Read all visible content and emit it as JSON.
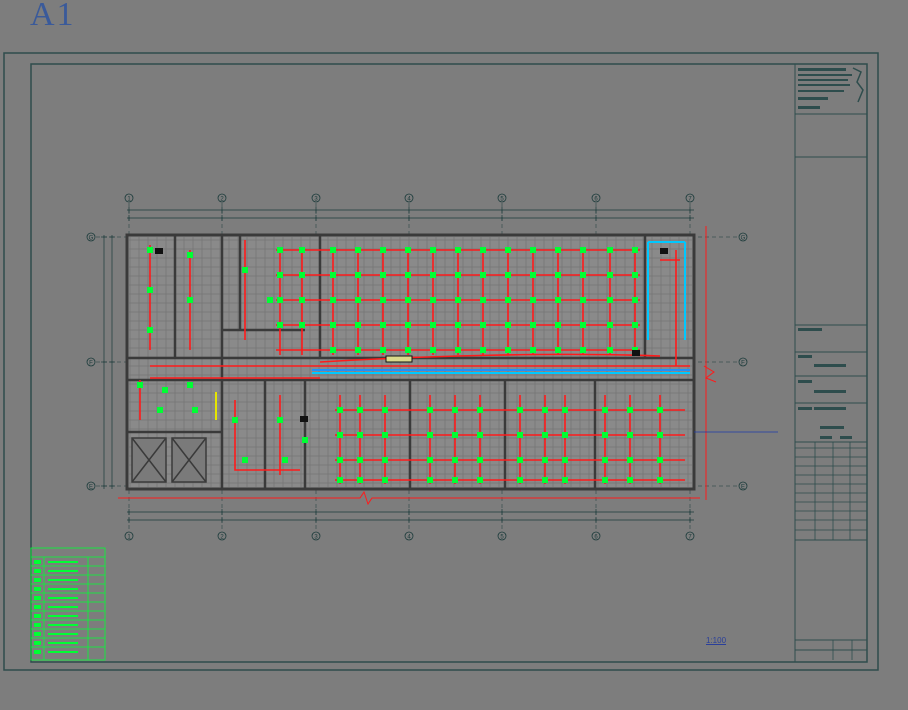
{
  "sheet": {
    "size_label": "A1",
    "plan_title": "",
    "scale": "1:100"
  },
  "grid": {
    "columns": [
      "1",
      "2",
      "3",
      "4",
      "5",
      "6",
      "7"
    ],
    "rows": [
      "G",
      "F",
      "E"
    ]
  },
  "colors": {
    "background": "#7d7d7d",
    "frame": "#2e4d4d",
    "walls": "#3a3a3a",
    "conduit": "#ff1a1a",
    "fixture": "#00ff33",
    "cable_tray": "#1e90ff",
    "legend": "#00ff33",
    "title_text": "#2a3f9a",
    "dimension": "#1a3a3a"
  }
}
